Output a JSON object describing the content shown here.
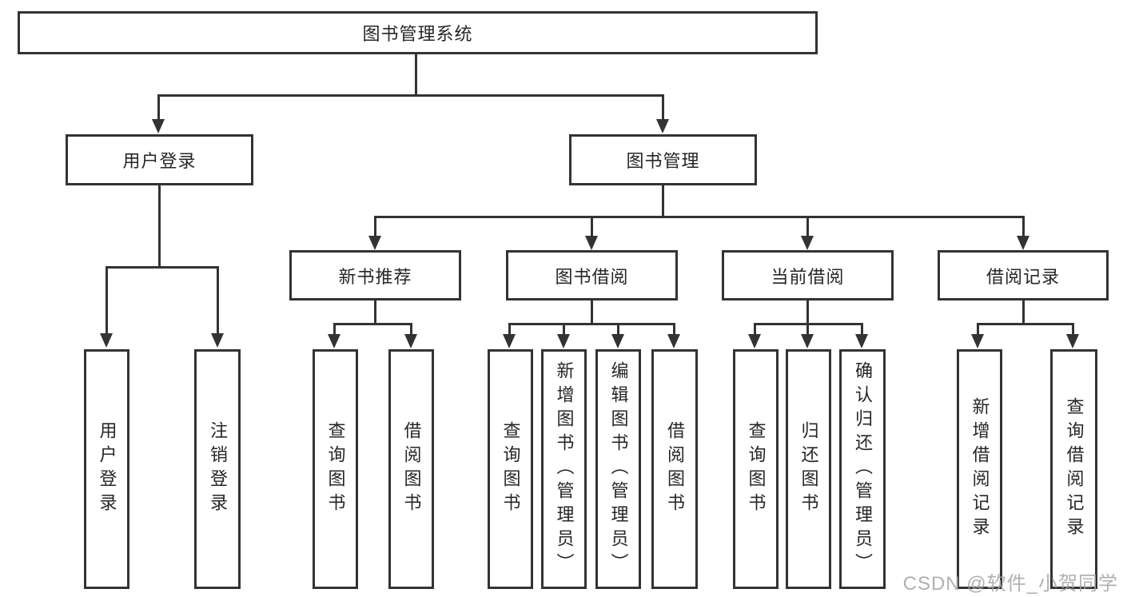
{
  "diagram_type": "hierarchy-tree",
  "tree": {
    "label": "图书管理系统",
    "children": [
      {
        "label": "用户登录",
        "children": [
          {
            "label": "用户登录"
          },
          {
            "label": "注销登录"
          }
        ]
      },
      {
        "label": "图书管理",
        "children": [
          {
            "label": "新书推荐",
            "children": [
              {
                "label": "查询图书"
              },
              {
                "label": "借阅图书"
              }
            ]
          },
          {
            "label": "图书借阅",
            "children": [
              {
                "label": "查询图书"
              },
              {
                "label": "新增图书（管理员）"
              },
              {
                "label": "编辑图书（管理员）"
              },
              {
                "label": "借阅图书"
              }
            ]
          },
          {
            "label": "当前借阅",
            "children": [
              {
                "label": "查询图书"
              },
              {
                "label": "归还图书"
              },
              {
                "label": "确认归还（管理员）"
              }
            ]
          },
          {
            "label": "借阅记录",
            "children": [
              {
                "label": "新增借阅记录"
              },
              {
                "label": "查询借阅记录"
              }
            ]
          }
        ]
      }
    ]
  },
  "watermark": {
    "text": "CSDN @软件_小贺同学",
    "color": "#a6a6a6"
  },
  "colors": {
    "line": "#333333",
    "text": "#262626",
    "box_background": "#ffffff",
    "background": "#ffffff"
  }
}
